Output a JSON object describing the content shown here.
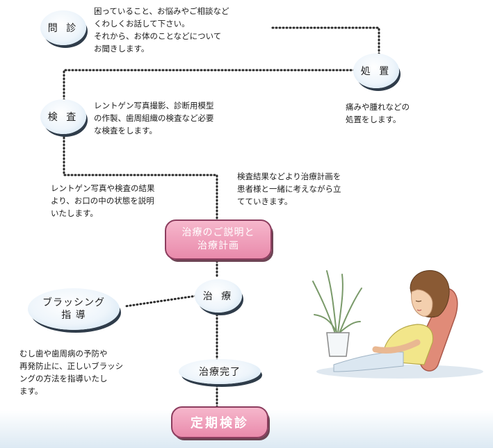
{
  "nodes": {
    "monshin": "問 診",
    "shochi": "処 置",
    "kensa": "検 査",
    "explanation": "治療のご説明と\n治療計画",
    "chiryo": "治 療",
    "brushing": "ブラッシング\n指 導",
    "complete": "治療完了",
    "checkup": "定期検診"
  },
  "descriptions": {
    "monshin": "困っていること、お悩みやご相談など\nくわしくお話して下さい。\nそれから、お体のことなどについて\nお聞きします。",
    "shochi": "痛みや腫れなどの\n処置をします。",
    "kensa": "レントゲン写真撮影、診断用模型\nの作製、歯周組織の検査など必要\nな検査をします。",
    "plan": "検査結果などより治療計画を\n患者様と一緒に考えながら立\nてていきます。",
    "explain": "レントゲン写真や検査の結果\nより、お口の中の状態を説明\nいたします。",
    "brushing": "むし歯や歯周病の予防や\n再発防止に、正しいブラッシ\nングの方法を指導いたし\nます。"
  },
  "colors": {
    "pill_fill": "#e98aab",
    "pill_border": "#8c3d5e",
    "node_fill": "#eef5fb",
    "connector": "#2a2a2a"
  }
}
